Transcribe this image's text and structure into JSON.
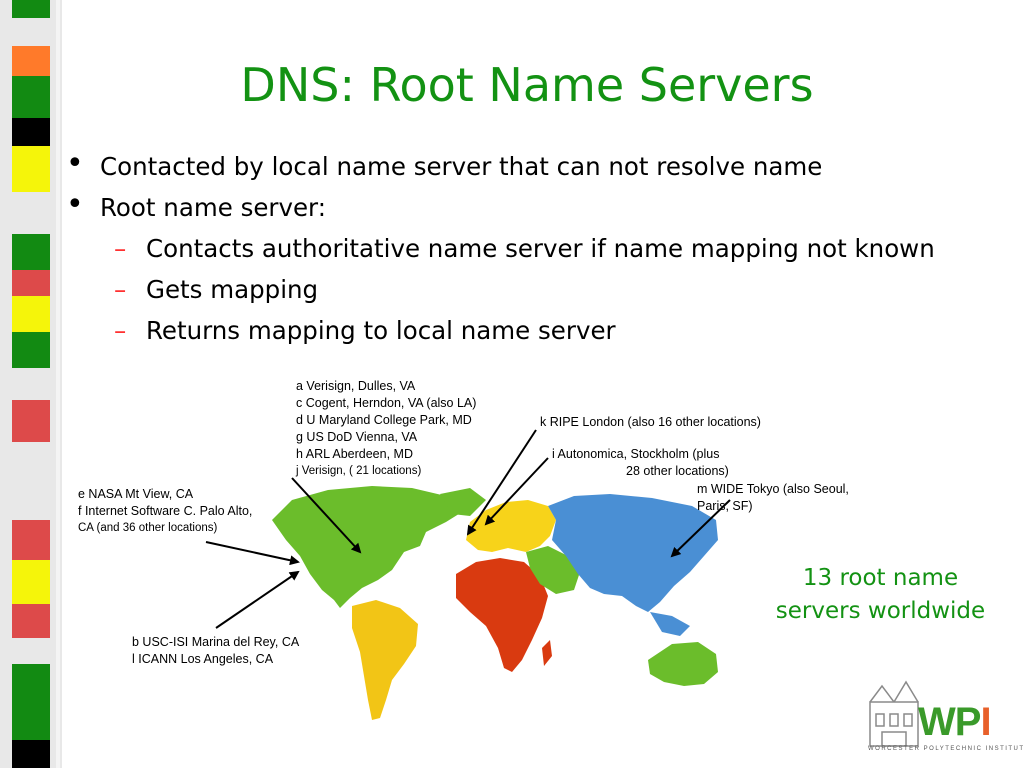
{
  "slide": {
    "title": "DNS: Root Name Servers",
    "bullets": [
      "Contacted by local name server that can not resolve name",
      "Root name server:"
    ],
    "subbullets": [
      "Contacts authoritative name server if name mapping not known",
      "Gets mapping",
      "Returns mapping to local name server"
    ],
    "bullet_symbol": "•",
    "dash_symbol": "–"
  },
  "labels": {
    "east_us": [
      "a Verisign, Dulles, VA",
      "c Cogent, Herndon, VA (also LA)",
      "d U Maryland College Park, MD",
      "g US DoD Vienna, VA",
      "h ARL Aberdeen, MD",
      "j  Verisign, ( 21 locations)"
    ],
    "west_us": [
      "e NASA Mt View, CA",
      "f  Internet Software C. Palo Alto,",
      "CA (and 36 other locations)"
    ],
    "la": [
      "b USC-ISI Marina del Rey, CA",
      "l  ICANN Los Angeles, CA"
    ],
    "london": "k RIPE London (also 16 other locations)",
    "stockholm": [
      "i Autonomica, Stockholm (plus",
      "28 other locations)"
    ],
    "tokyo": [
      "m WIDE Tokyo (also Seoul,",
      "Paris, SF)"
    ]
  },
  "callout": [
    "13 root name",
    "servers worldwide"
  ],
  "logo": {
    "text_w": "W",
    "text_p": "P",
    "text_i": "I",
    "subtitle": "WORCESTER POLYTECHNIC INSTITUTE"
  },
  "colors": {
    "title": "#139213",
    "bullet": "#000000",
    "dash": "#ff3030",
    "north_america": "#6bbd2b",
    "south_america": "#f2c516",
    "europe": "#f7d31a",
    "africa": "#d93a10",
    "middle_east": "#6bbd2b",
    "asia": "#4a8fd4",
    "australia": "#6bbd2b"
  }
}
